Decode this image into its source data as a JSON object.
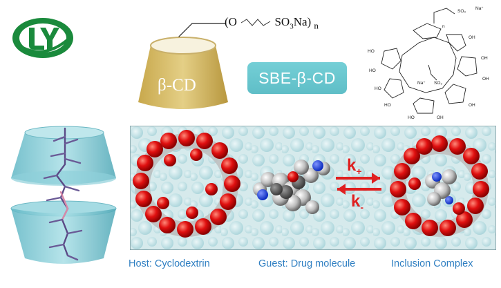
{
  "top": {
    "formula": {
      "open": "(O",
      "group": "SO",
      "sub3": "3",
      "na": "Na)",
      "n": "n"
    },
    "cone_label": "β-CD",
    "badge": "SBE-β-CD",
    "structure": {
      "na_top": "Na⁺",
      "so3_top": "SO₃",
      "na_mid": "Na⁺",
      "so3_mid": "SO₃",
      "oh": "OH",
      "ho": "HO",
      "n_label": "n"
    }
  },
  "mechanism": {
    "k_plus": "k",
    "k_plus_sub": "+",
    "k_minus": "k",
    "k_minus_sub": "-"
  },
  "captions": {
    "host": "Host: Cyclodextrin",
    "guest": "Guest: Drug molecule",
    "complex": "Inclusion Complex"
  },
  "colors": {
    "logo_green": "#1a8a3c",
    "cone_gold": "#d8bf6f",
    "badge": "#66c3cb",
    "caption_blue": "#2f7fc2",
    "oxygen_red": "#e01010",
    "arrow_red": "#e02020",
    "panel_bg": "#d9ecee",
    "nitrogen_blue": "#1a3ddc"
  }
}
